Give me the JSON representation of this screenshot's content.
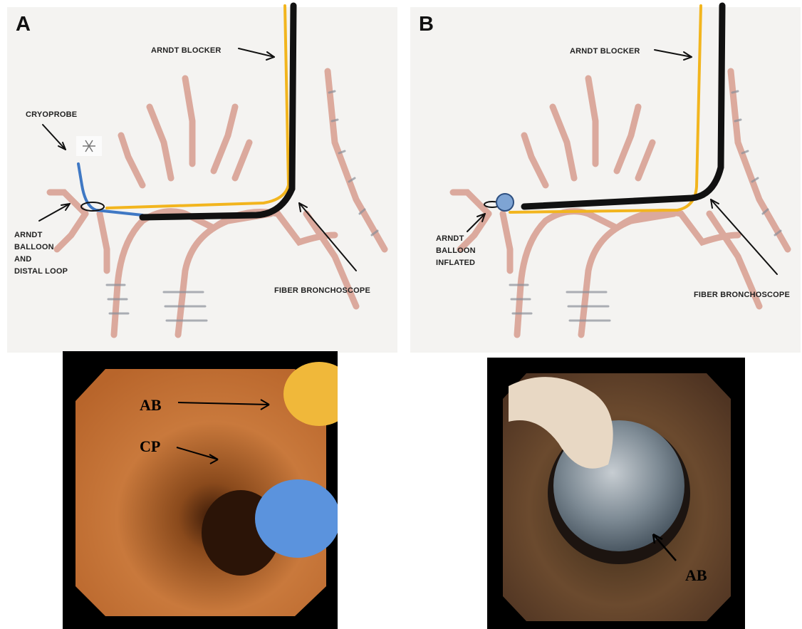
{
  "panels": [
    {
      "letter": "A",
      "labels": {
        "arndt_blocker": "ARNDT BLOCKER",
        "cryoprobe": "CRYOPROBE",
        "balloon_line1": "ARNDT",
        "balloon_line2": "BALLOON",
        "balloon_line3": "AND",
        "balloon_line4": "DISTAL LOOP",
        "fiber_bronchoscope": "FIBER BRONCHOSCOPE"
      },
      "endoscopy_labels": {
        "ab": "AB",
        "cp": "CP"
      }
    },
    {
      "letter": "B",
      "labels": {
        "arndt_blocker": "ARNDT BLOCKER",
        "balloon_line1": "ARNDT",
        "balloon_line2": "BALLOON",
        "balloon_line3": "INFLATED",
        "fiber_bronchoscope": "FIBER BRONCHOSCOPE"
      },
      "endoscopy_labels": {
        "ab": "AB"
      }
    }
  ],
  "colors": {
    "blocker_yellow": "#f2b51e",
    "bronchoscope_black": "#111111",
    "cryoprobe_blue": "#3f78c4",
    "balloon_blue": "#7ea4d4",
    "airway_pink": "#d9a294",
    "cartilage_gray": "#8a8f99"
  },
  "icons": {
    "cryoprobe_tip": "snowflake-icon"
  }
}
